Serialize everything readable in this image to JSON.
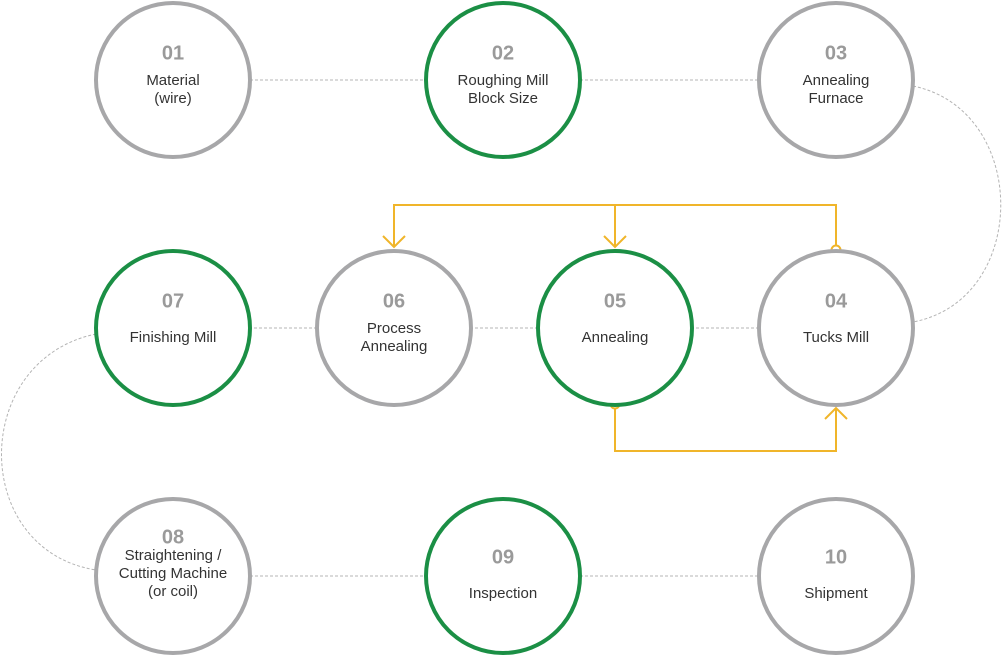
{
  "colors": {
    "gray_ring": "#a7a7a9",
    "green_ring": "#1b8f45",
    "connector": "#b4b4b4",
    "arrow": "#f0b52a",
    "number": "#9a9a9a",
    "label": "#333333"
  },
  "steps": [
    {
      "number": "01",
      "lines": [
        "Material",
        "(wire)"
      ],
      "ring": "gray"
    },
    {
      "number": "02",
      "lines": [
        "Roughing Mill",
        "Block Size"
      ],
      "ring": "green"
    },
    {
      "number": "03",
      "lines": [
        "Annealing",
        "Furnace"
      ],
      "ring": "gray"
    },
    {
      "number": "04",
      "lines": [
        "Tucks Mill"
      ],
      "ring": "gray"
    },
    {
      "number": "05",
      "lines": [
        "Annealing"
      ],
      "ring": "green"
    },
    {
      "number": "06",
      "lines": [
        "Process",
        "Annealing"
      ],
      "ring": "gray"
    },
    {
      "number": "07",
      "lines": [
        "Finishing Mill"
      ],
      "ring": "green"
    },
    {
      "number": "08",
      "lines": [
        "Straightening /",
        "Cutting Machine",
        "(or coil)"
      ],
      "ring": "gray"
    },
    {
      "number": "09",
      "lines": [
        "Inspection"
      ],
      "ring": "green"
    },
    {
      "number": "10",
      "lines": [
        "Shipment"
      ],
      "ring": "gray"
    }
  ]
}
